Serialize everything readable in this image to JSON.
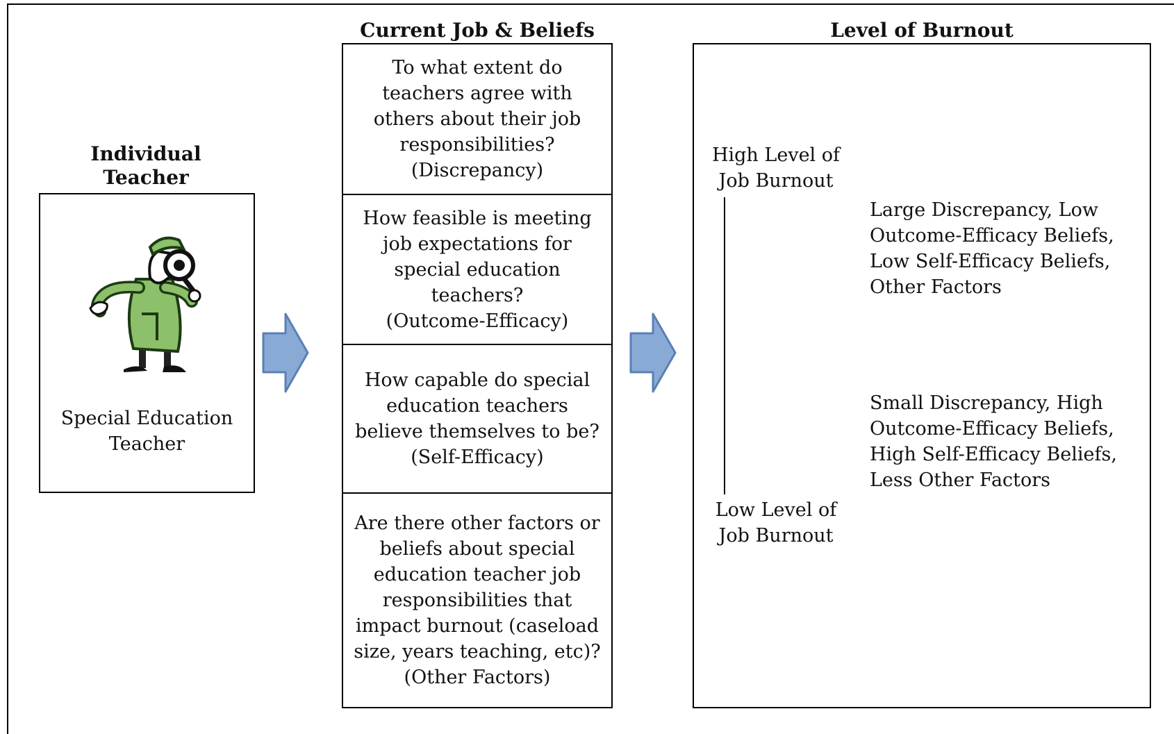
{
  "individual": {
    "heading_line1": "Individual",
    "heading_line2": "Teacher",
    "caption_line1": "Special Education",
    "caption_line2": "Teacher",
    "illustration": "detective-with-magnifying-glass-icon"
  },
  "beliefs": {
    "heading": "Current Job & Beliefs",
    "items": [
      {
        "lines": [
          "To what extent do",
          "teachers agree with",
          "others about their job",
          "responsibilities?",
          "(Discrepancy)"
        ]
      },
      {
        "lines": [
          "How feasible is meeting",
          "job expectations for",
          "special education",
          "teachers?",
          "(Outcome-Efficacy)"
        ]
      },
      {
        "lines": [
          "How capable do special",
          "education teachers",
          "believe themselves to be?",
          "(Self-Efficacy)"
        ]
      },
      {
        "lines": [
          "Are there other factors or",
          "beliefs about special",
          "education teacher job",
          "responsibilities that",
          "impact burnout (caseload",
          "size, years teaching, etc)?",
          "(Other Factors)"
        ]
      }
    ]
  },
  "burnout": {
    "heading": "Level of Burnout",
    "high_line1": "High Level of",
    "high_line2": "Job Burnout",
    "low_line1": "Low Level of",
    "low_line2": "Job Burnout",
    "high_factors": [
      "Large Discrepancy, Low",
      "Outcome-Efficacy Beliefs,",
      "Low Self-Efficacy Beliefs,",
      "Other Factors"
    ],
    "low_factors": [
      "Small Discrepancy, High",
      "Outcome-Efficacy Beliefs,",
      "High Self-Efficacy Beliefs,",
      "Less Other Factors"
    ]
  },
  "colors": {
    "arrow_fill": "#8aaad6",
    "arrow_stroke": "#5a7fb5",
    "coat_green": "#8cc06a"
  }
}
